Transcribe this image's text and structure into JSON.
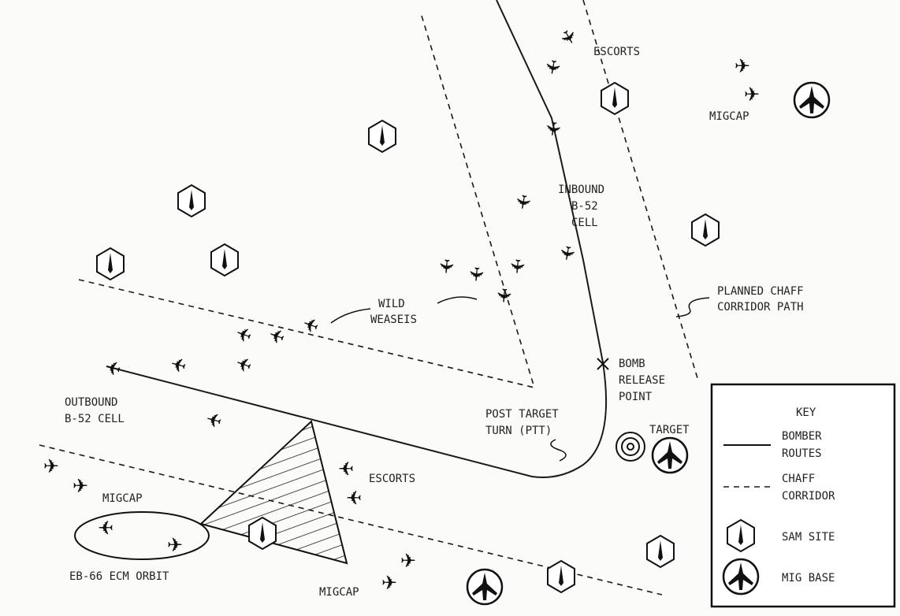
{
  "labels": {
    "escorts_top": "ESCORTS",
    "migcap_top": "MIGCAP",
    "inbound": [
      "INBOUND",
      "B-52",
      "CELL"
    ],
    "chaff_path": [
      "PLANNED CHAFF",
      "CORRIDOR PATH"
    ],
    "wild_weasels": [
      "WILD",
      "WEASEIS"
    ],
    "bomb_release": [
      "BOMB",
      "RELEASE",
      "POINT"
    ],
    "outbound": [
      "OUTBOUND",
      "B-52 CELL"
    ],
    "ptt": [
      "POST TARGET",
      "TURN (PTT)"
    ],
    "target": "TARGET",
    "escorts_bottom": "ESCORTS",
    "migcap_left": "MIGCAP",
    "eb66": "EB-66 ECM ORBIT",
    "migcap_bottom": "MIGCAP"
  },
  "key": {
    "title": "KEY",
    "bomber_routes": [
      "BOMBER",
      "ROUTES"
    ],
    "chaff_corridor": [
      "CHAFF",
      "CORRIDOR"
    ],
    "sam_site": "SAM SITE",
    "mig_base": "MIG BASE"
  },
  "icons": {
    "plane": "✈"
  }
}
